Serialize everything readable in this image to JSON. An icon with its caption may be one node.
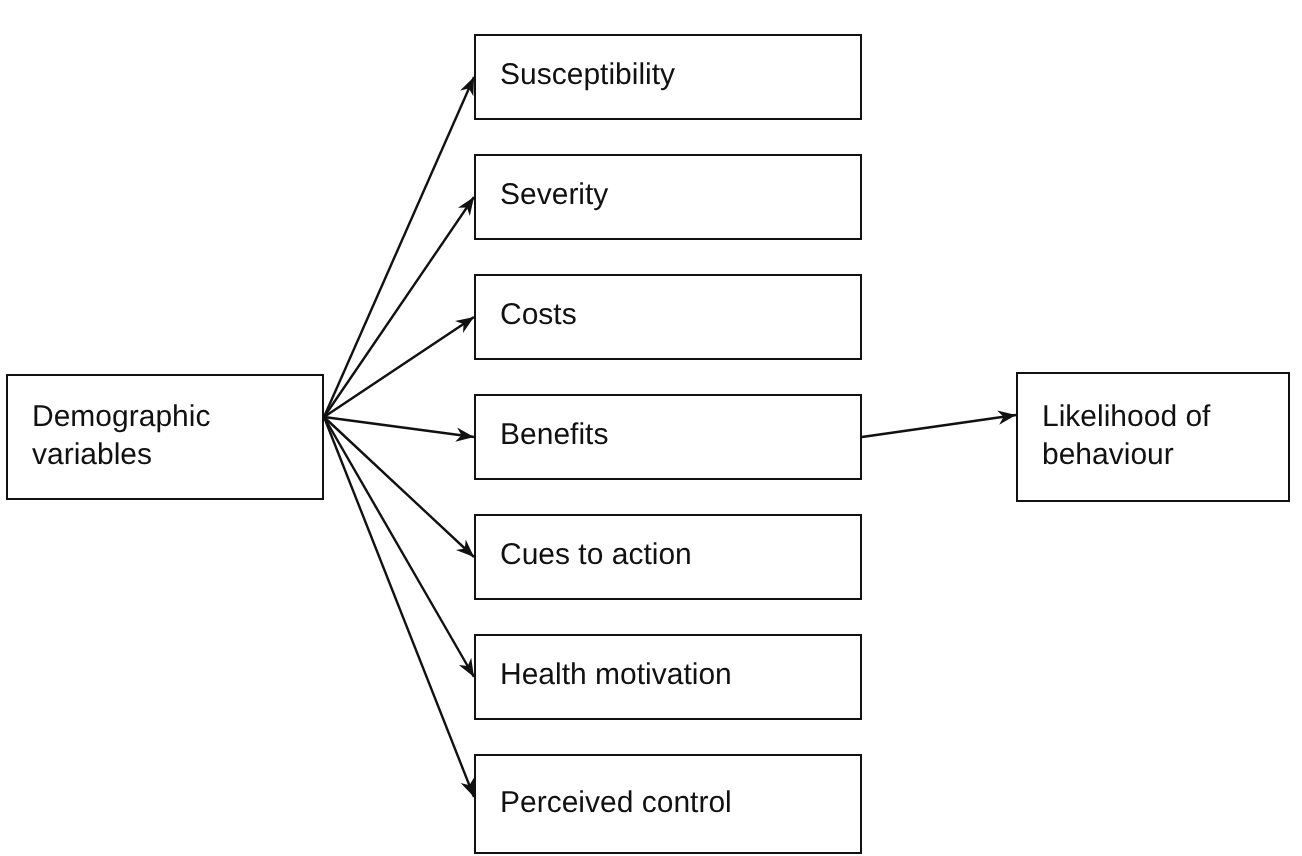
{
  "diagram": {
    "nodes": [
      {
        "text": [
          "Demographic variables"
        ]
      },
      {
        "text": [
          "Susceptibility"
        ]
      },
      {
        "text": [
          "Severity"
        ]
      },
      {
        "text": [
          "Costs"
        ]
      },
      {
        "text": [
          "Benefits"
        ]
      },
      {
        "text": [
          "Cues to action"
        ]
      },
      {
        "text": [
          "Health motivation"
        ]
      },
      {
        "text": [
          "Perceived control"
        ]
      },
      {
        "text": [
          "Likelihood of behaviour"
        ]
      }
    ],
    "edges": [
      {
        "from": 0,
        "to": 1,
        "arrow": "to"
      },
      {
        "from": 0,
        "to": 2,
        "arrow": "to"
      },
      {
        "from": 0,
        "to": 3,
        "arrow": "to"
      },
      {
        "from": 0,
        "to": 4,
        "arrow": "to"
      },
      {
        "from": 0,
        "to": 5,
        "arrow": "to"
      },
      {
        "from": 0,
        "to": 6,
        "arrow": "to"
      },
      {
        "from": 0,
        "to": 7,
        "arrow": "to"
      },
      {
        "from": 4,
        "to": 8,
        "arrow": "to"
      }
    ]
  }
}
